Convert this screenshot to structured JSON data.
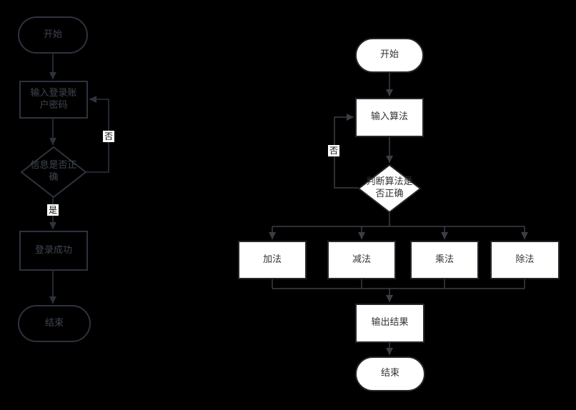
{
  "colors": {
    "background": "#000000",
    "left_flow_stroke": "#2d333d",
    "left_flow_text": "#3f4550",
    "right_flow_fill": "#ffffff",
    "right_flow_stroke": "#24272c",
    "right_flow_line": "#3a3e44",
    "right_flow_text": "#333333",
    "edge_label_bg": "#ffffff",
    "edge_label_text": "#0b0b0b"
  },
  "left_flowchart": {
    "nodes": {
      "start": "开始",
      "input": "输入登录账\n户密码",
      "decision": "信息是否正\n确",
      "success": "登录成功",
      "end": "结束"
    },
    "edge_labels": {
      "no": "否",
      "yes": "是"
    }
  },
  "right_flowchart": {
    "nodes": {
      "start": "开始",
      "input": "输入算法",
      "decision": "判断算法是\n否正确",
      "add": "加法",
      "subtract": "减法",
      "multiply": "乘法",
      "divide": "除法",
      "output": "输出结果",
      "end": "结束"
    },
    "edge_labels": {
      "no": "否"
    }
  }
}
